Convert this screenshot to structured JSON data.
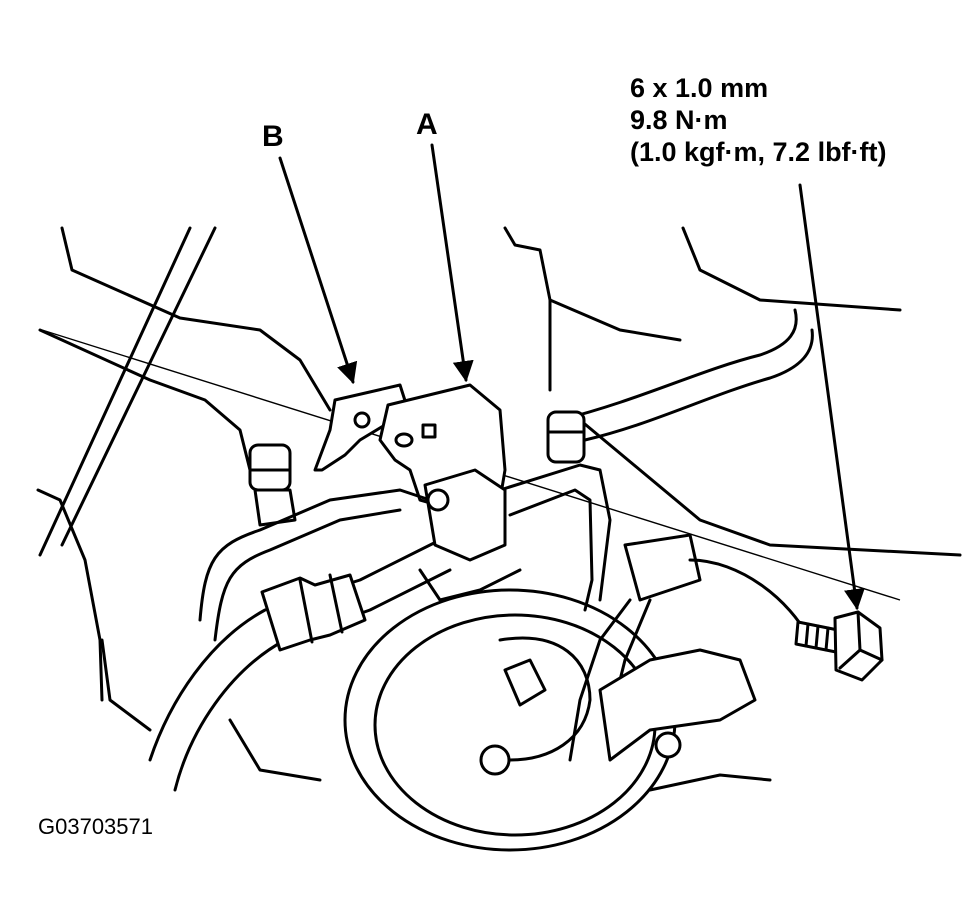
{
  "callouts": {
    "a": "A",
    "b": "B"
  },
  "bolt_spec": {
    "size": "6 x 1.0 mm",
    "torque_nm": "9.8 N·m",
    "torque_alt": "(1.0 kgf·m, 7.2 lbf·ft)"
  },
  "figure_code": "G03703571",
  "colors": {
    "line": "#000000",
    "background": "#ffffff"
  }
}
